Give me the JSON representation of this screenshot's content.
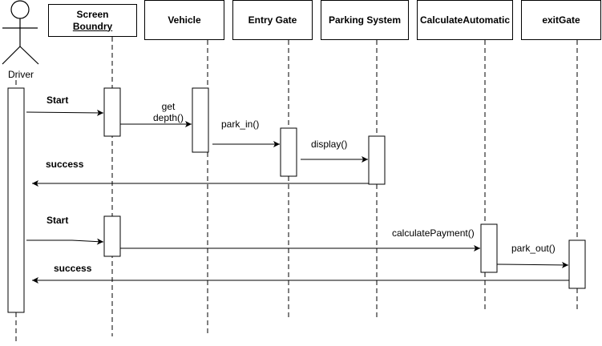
{
  "actor": {
    "label": "Driver"
  },
  "participants": {
    "screen_boundary": {
      "line1": "Screen",
      "line2": "Boundry"
    },
    "vehicle": "Vehicle",
    "entry_gate": "Entry Gate",
    "parking_system": "Parking System",
    "calculate_automatic": "CalculateAutomatic",
    "exit_gate": "exitGate"
  },
  "messages": {
    "start_1": "Start",
    "get_depth_1": "get",
    "get_depth_2": "depth()",
    "park_in": "park_in()",
    "display": "display()",
    "success_1": "success",
    "start_2": "Start",
    "calculate_payment": "calculatePayment()",
    "park_out": "park_out()",
    "success_2": "success"
  },
  "colors": {
    "line": "#000000",
    "background": "#ffffff"
  }
}
